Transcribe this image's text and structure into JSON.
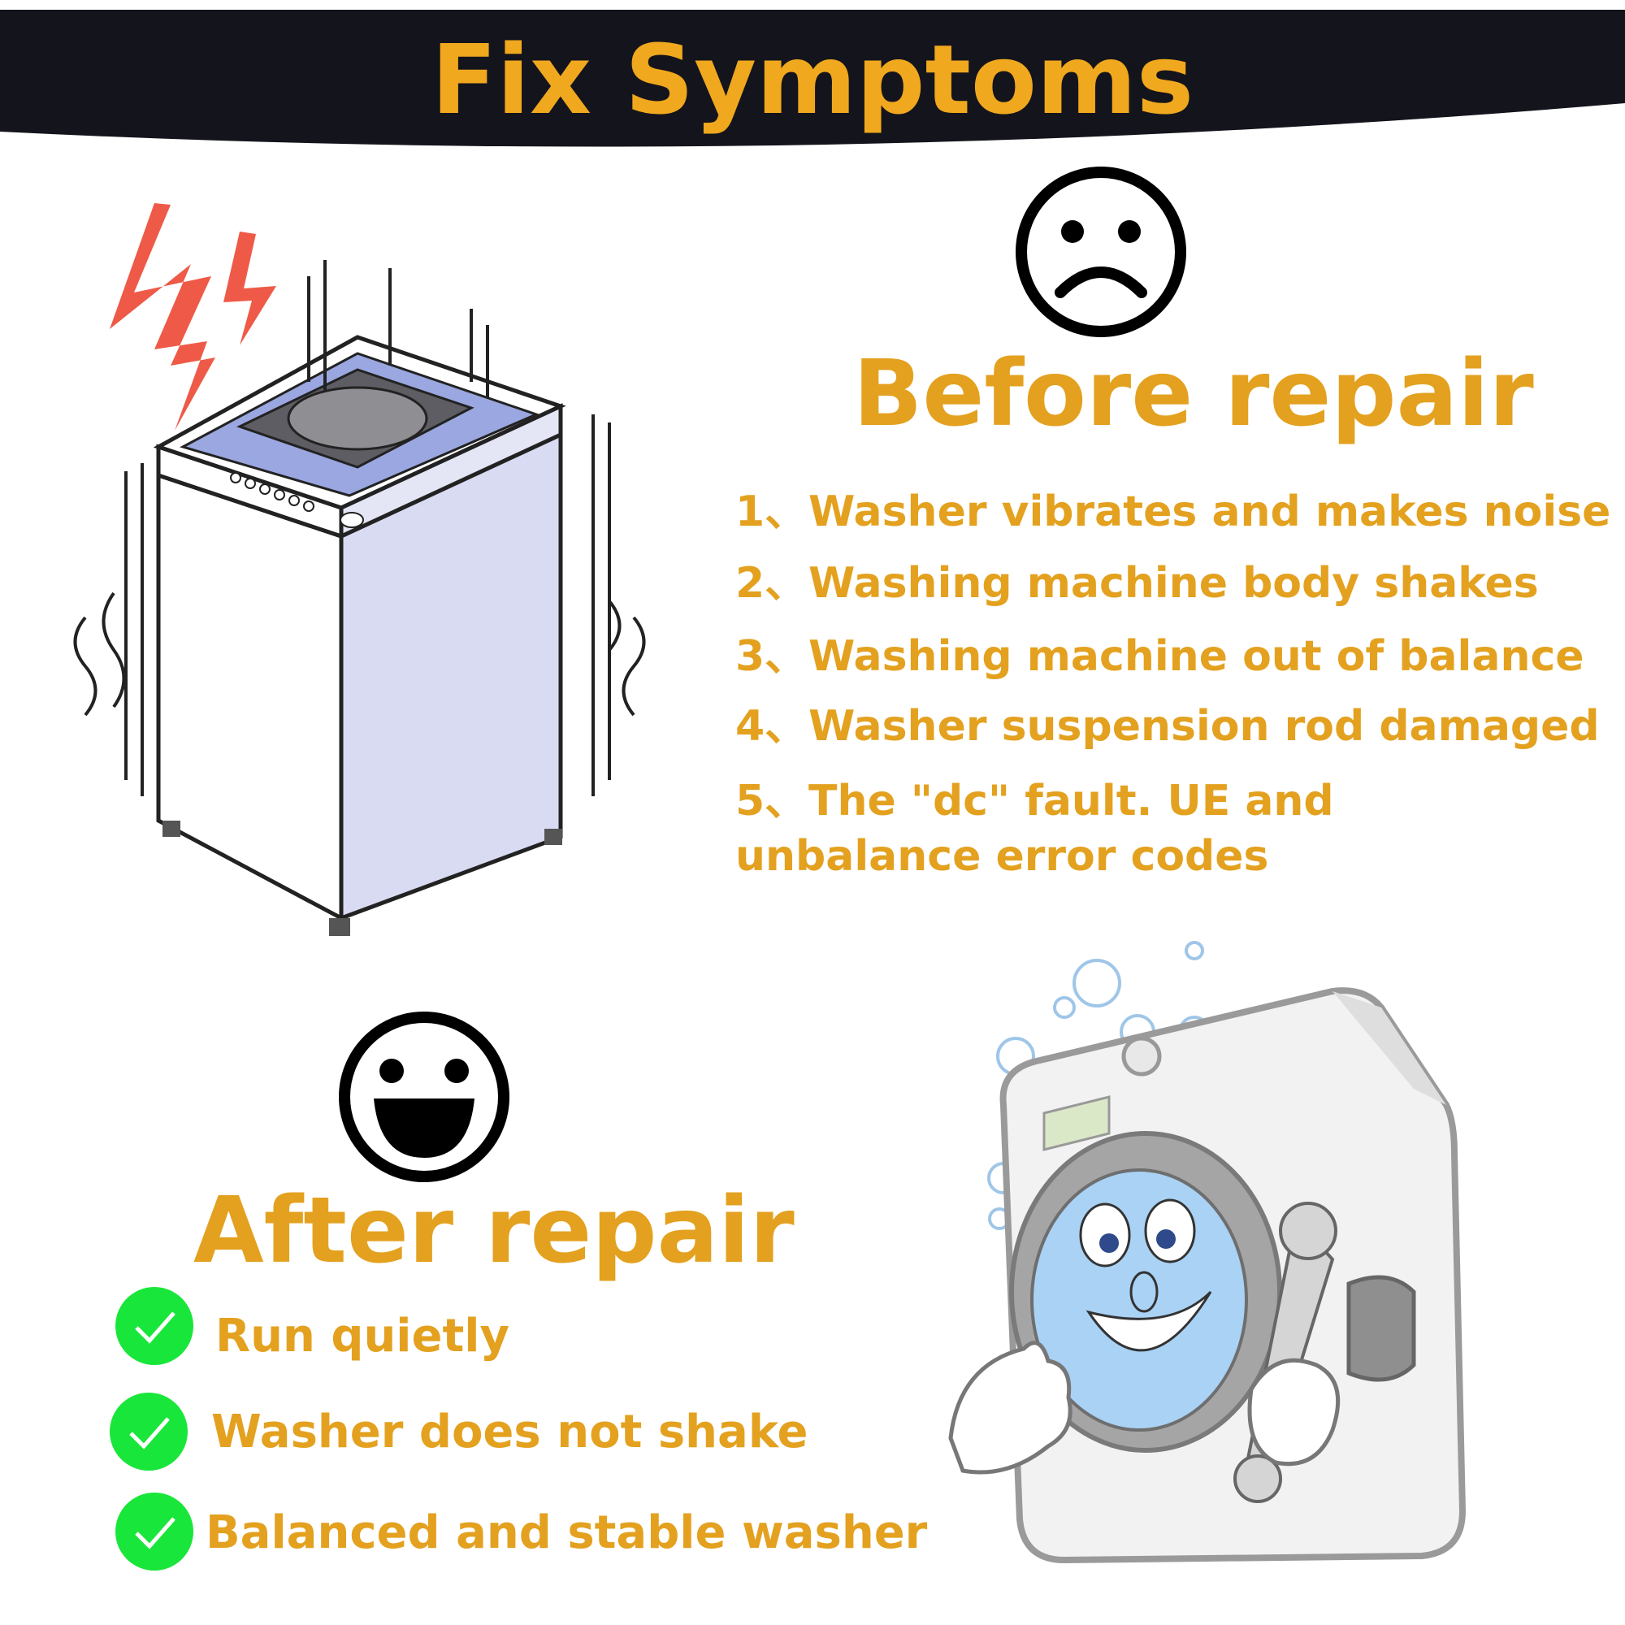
{
  "banner": {
    "title": "Fix Symptoms",
    "background": "#14141c",
    "text_color": "#f0a81e"
  },
  "before": {
    "icon": "sad-face-icon",
    "title": "Before repair",
    "symptoms": [
      {
        "num": "1、",
        "text": "Washer vibrates and makes noise"
      },
      {
        "num": "2、",
        "text": "Washing machine body shakes"
      },
      {
        "num": "3、",
        "text": "Washing machine out of balance"
      },
      {
        "num": "4、",
        "text": "Washer suspension rod damaged"
      },
      {
        "num": "5、",
        "text": "The \"dc\" fault. UE and unbalance error codes"
      }
    ]
  },
  "after": {
    "icon": "happy-face-icon",
    "title": "After repair",
    "benefits": [
      {
        "icon": "green-check-icon",
        "text": "Run quietly"
      },
      {
        "icon": "green-check-icon",
        "text": "Washer does not shake"
      },
      {
        "icon": "green-check-icon",
        "text": "Balanced and stable washer"
      }
    ]
  },
  "colors": {
    "heading": "#e3a11f",
    "check": "#19e63a",
    "lightning": "#ee5a47",
    "panel_blue": "#9aa7e0"
  }
}
